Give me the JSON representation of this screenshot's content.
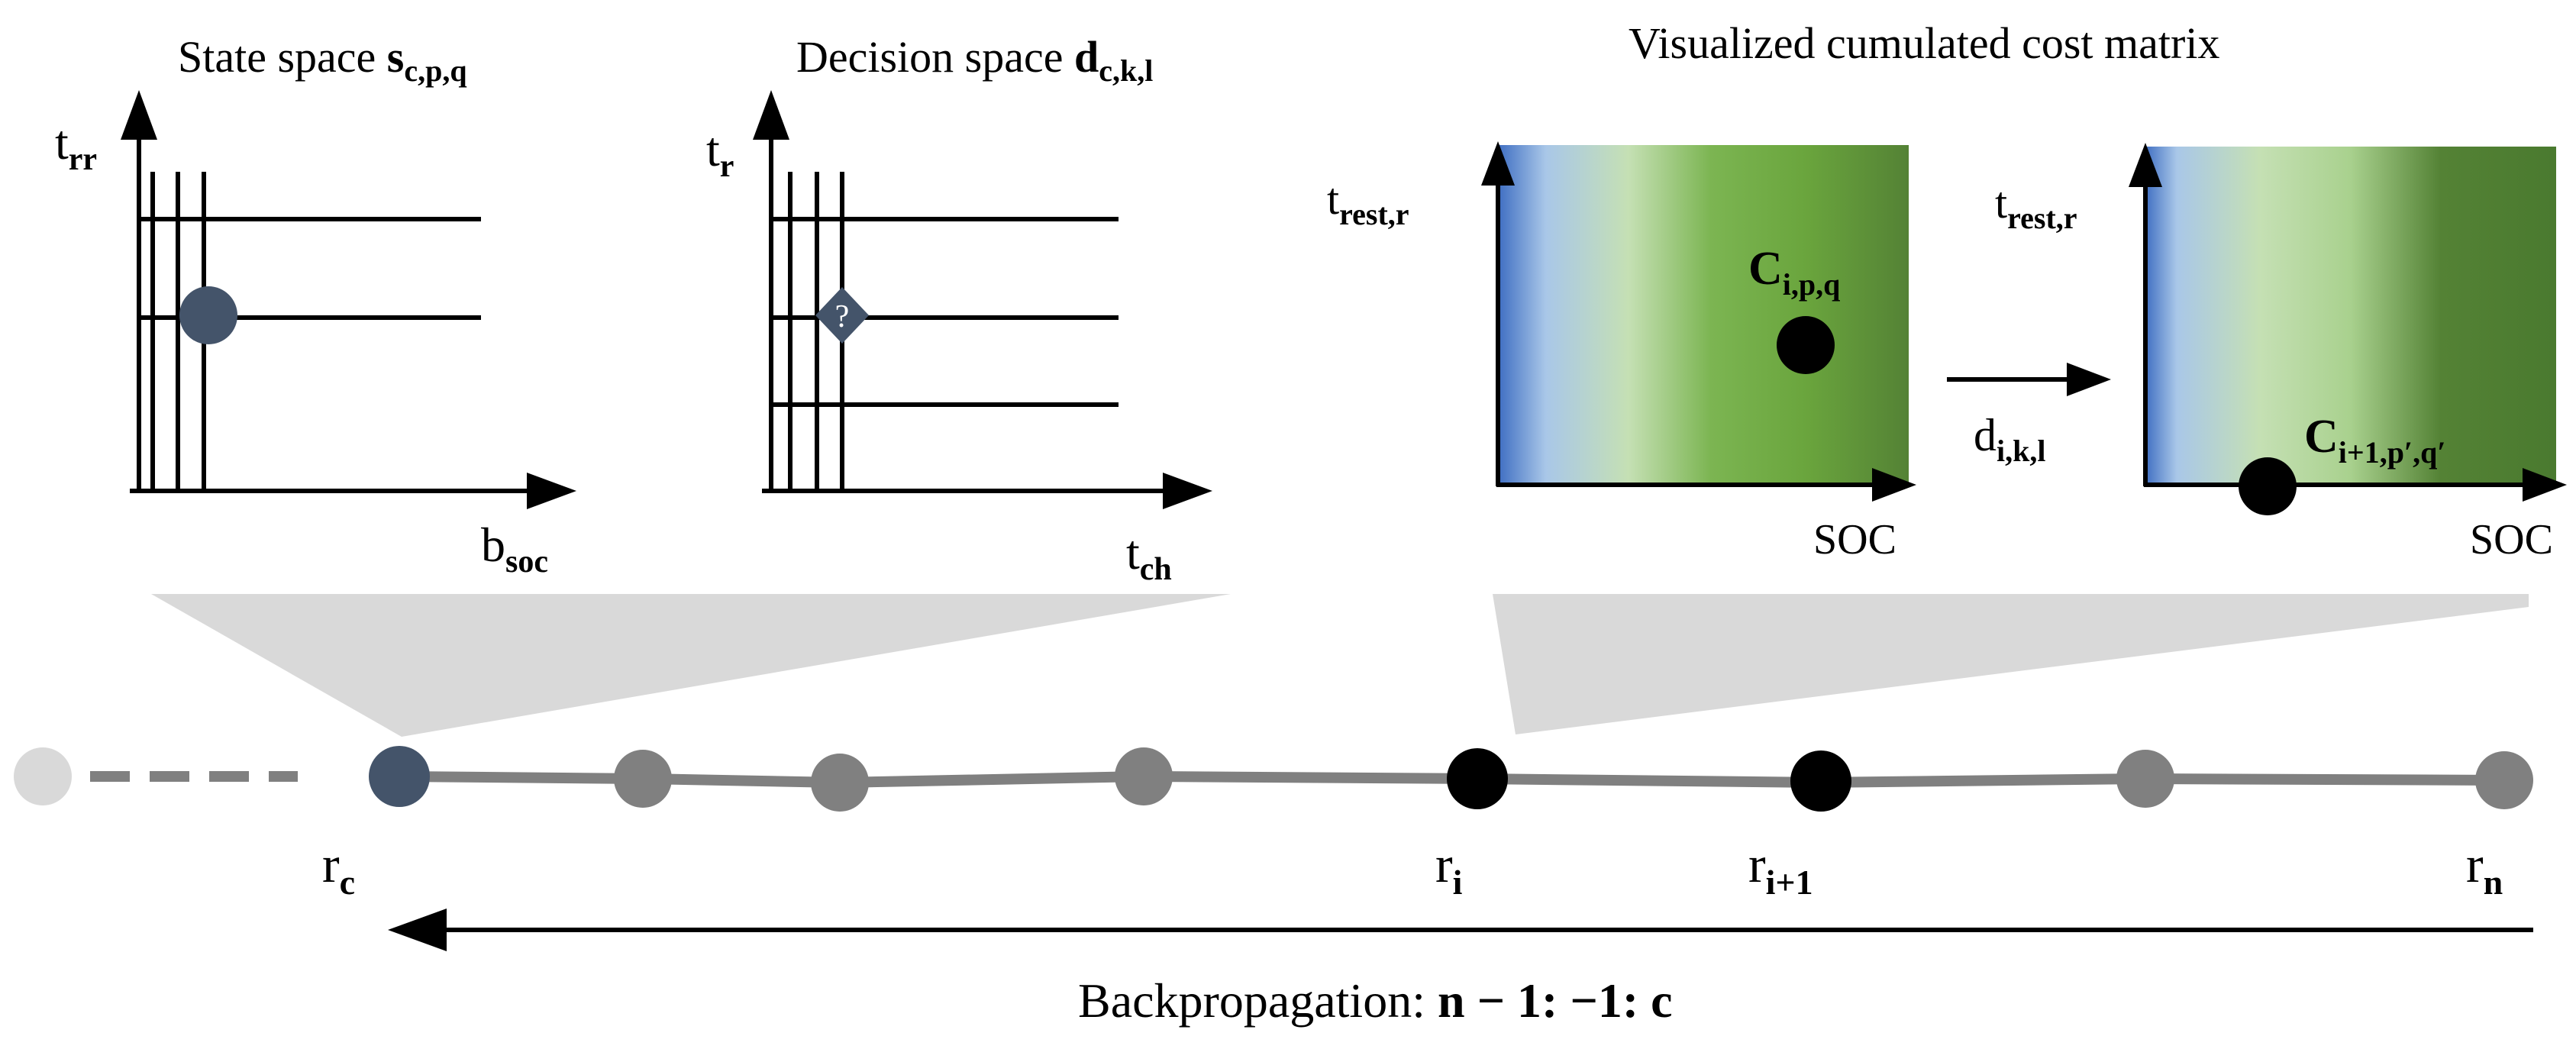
{
  "titles": {
    "state_space": {
      "text": "State space ",
      "var": "s",
      "sub": "c,p,q"
    },
    "decision_space": {
      "text": "Decision space ",
      "var": "d",
      "sub": "c,k,l"
    },
    "cost_matrix": "Visualized cumulated cost matrix"
  },
  "state_plot": {
    "y_label": {
      "var": "t",
      "sub": "rr"
    },
    "x_label": {
      "var": "b",
      "sub": "soc"
    }
  },
  "decision_plot": {
    "y_label": {
      "var": "t",
      "sub": "r"
    },
    "x_label": {
      "var": "t",
      "sub": "ch"
    },
    "marker": "?"
  },
  "cost_matrix_left": {
    "y_label": {
      "var": "t",
      "sub": "rest,r"
    },
    "x_label": "SOC",
    "point_label": {
      "var": "C",
      "sub": "i,p,q"
    }
  },
  "cost_matrix_right": {
    "y_label": {
      "var": "t",
      "sub": "rest,r"
    },
    "x_label": "SOC",
    "point_label": {
      "var": "C",
      "sub": "i+1,p′,q′"
    }
  },
  "transition": {
    "var": "d",
    "sub": "i,k,l"
  },
  "nodes": {
    "rc": {
      "var": "r",
      "sub": "c"
    },
    "ri": {
      "var": "r",
      "sub": "i"
    },
    "ri1": {
      "var": "r",
      "sub": "i+1"
    },
    "rn": {
      "var": "r",
      "sub": "n"
    }
  },
  "backprop": {
    "text": "Backpropagation: ",
    "formula": "n − 1: −1: c"
  },
  "colors": {
    "text": "#000000",
    "line_gray": "#808080",
    "node_gray": "#808080",
    "node_faint": "#d9d9d9",
    "node_current": "#44546a",
    "funnel": "#d9d9d9",
    "black": "#000000"
  }
}
